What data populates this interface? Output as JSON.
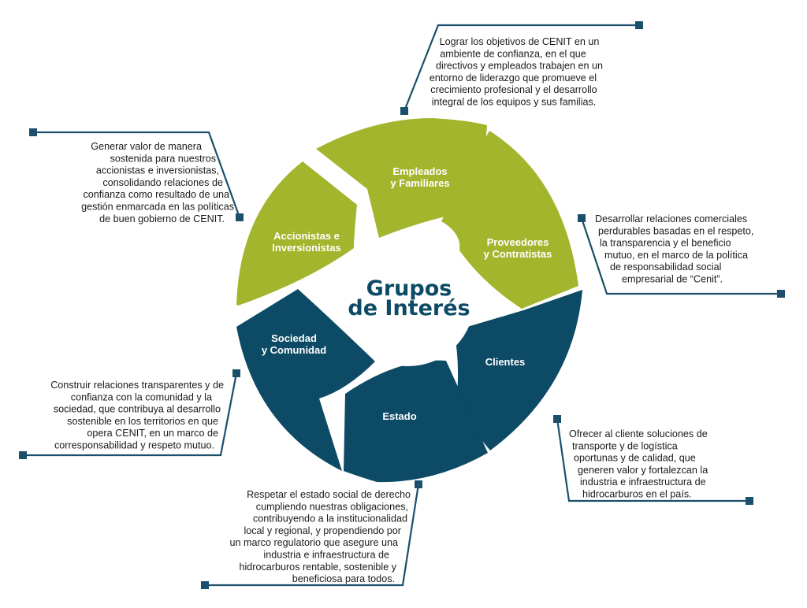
{
  "colors": {
    "green": "#a3b52c",
    "blue": "#0c4a66",
    "leader": "#1b4f6b",
    "center_text": "#0c4a66"
  },
  "center": {
    "line1": "Grupos",
    "line2": "de Interés"
  },
  "segments": [
    {
      "id": "empleados",
      "lines": [
        "Empleados",
        "y Familiares"
      ],
      "color": "green"
    },
    {
      "id": "proveedores",
      "lines": [
        "Proveedores",
        "y Contratistas"
      ],
      "color": "green"
    },
    {
      "id": "clientes",
      "lines": [
        "Clientes"
      ],
      "color": "blue"
    },
    {
      "id": "estado",
      "lines": [
        "Estado"
      ],
      "color": "blue"
    },
    {
      "id": "sociedad",
      "lines": [
        "Sociedad",
        "y Comunidad"
      ],
      "color": "blue"
    },
    {
      "id": "accionistas",
      "lines": [
        "Accionistas e",
        "Inversionistas"
      ],
      "color": "green"
    }
  ],
  "descriptions": {
    "empleados": [
      "Lograr los objetivos de CENIT en un",
      "ambiente de confianza, en el que",
      "directivos y empleados trabajen en un",
      "entorno de liderazgo que promueve el",
      "crecimiento profesional y el desarrollo",
      "integral de los equipos y sus familias."
    ],
    "accionistas": [
      "Generar valor de manera",
      "sostenida para nuestros",
      "accionistas e inversionistas,",
      "consolidando relaciones de",
      "confianza como resultado de una",
      "gestión enmarcada en las políticas",
      "de buen gobierno de CENIT."
    ],
    "proveedores": [
      "Desarrollar relaciones comerciales",
      "perdurables basadas en el respeto,",
      "la transparencia y el beneficio",
      "mutuo, en el marco de la política",
      "de responsabilidad social",
      "empresarial de “Cenit”."
    ],
    "sociedad": [
      "Construir relaciones transparentes y de",
      "confianza con la comunidad y la",
      "sociedad, que contribuya al desarrollo",
      "sostenible en los territorios en que",
      "opera CENIT, en un marco de",
      "corresponsabilidad y respeto mutuo."
    ],
    "clientes": [
      "Ofrecer al cliente soluciones de",
      "transporte y de logística",
      "oportunas y de calidad, que",
      "generen valor y fortalezcan la",
      "industria e infraestructura de",
      "hidrocarburos en el país."
    ],
    "estado": [
      "Respetar el estado social de derecho",
      "cumpliendo nuestras obligaciones,",
      "contribuyendo a la institucionalidad",
      "local y regional, y propendiendo por",
      "un marco regulatorio que asegure una",
      "industria e infraestructura de",
      "hidrocarburos rentable, sostenible y",
      "beneficiosa para todos."
    ]
  }
}
